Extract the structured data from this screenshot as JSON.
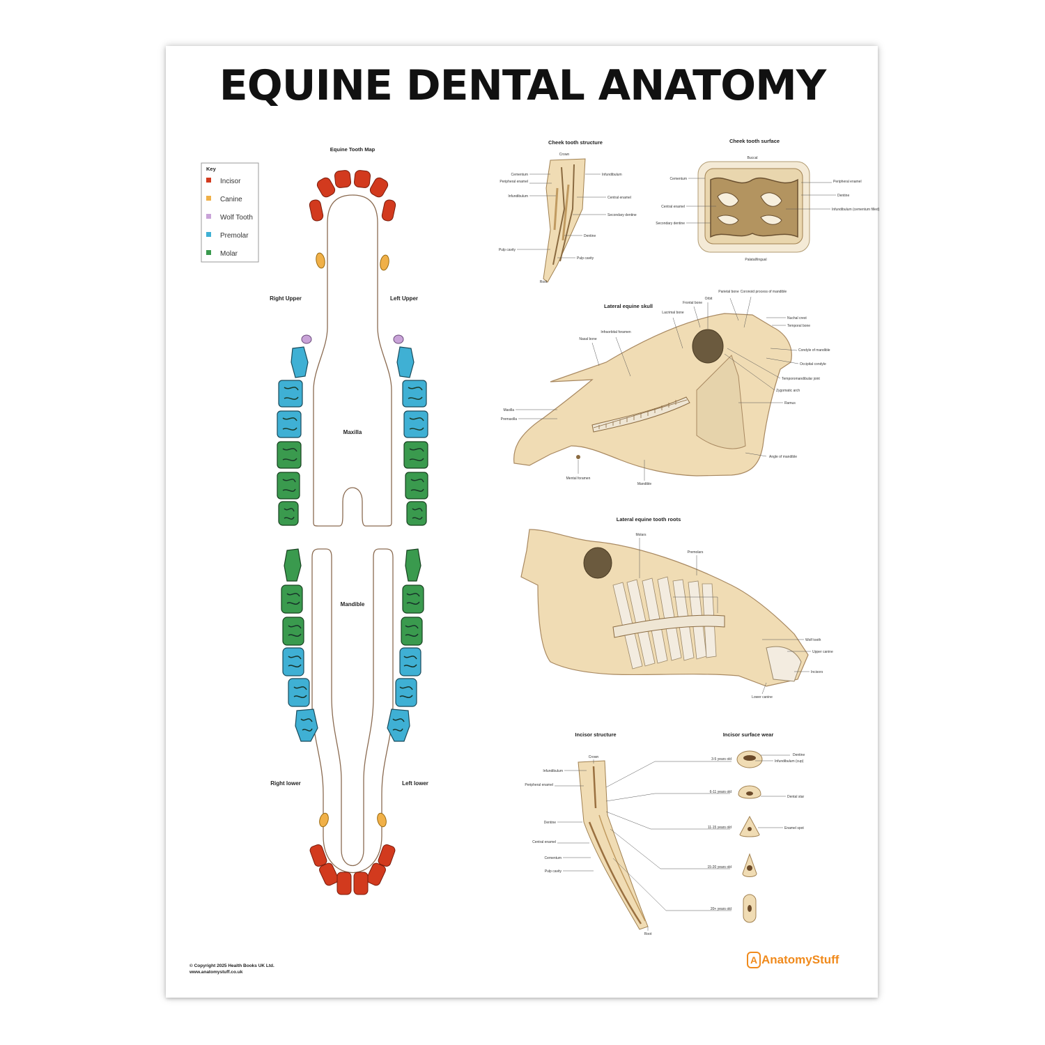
{
  "title": "EQUINE DENTAL ANATOMY",
  "colors": {
    "incisor": "#d23a1e",
    "canine": "#f0b048",
    "wolf": "#c9a3d8",
    "premolar": "#3fb0d4",
    "molar": "#3a9a4e",
    "bone": "#f0dcb4",
    "brand": "#f08a1c"
  },
  "tooth_map": {
    "title": "Equine Tooth Map",
    "key": {
      "title": "Key",
      "items": [
        "Incisor",
        "Canine",
        "Wolf Tooth",
        "Premolar",
        "Molar"
      ]
    },
    "right_upper": "Right Upper",
    "left_upper": "Left Upper",
    "right_lower": "Right lower",
    "left_lower": "Left lower",
    "maxilla": "Maxilla",
    "mandible": "Mandible"
  },
  "cheek_structure": {
    "title": "Cheek tooth structure",
    "labels": [
      "Crown",
      "Cementum",
      "Peripheral enamel",
      "Infundibulum",
      "Infundibulum",
      "Central enamel",
      "Secondary dentine",
      "Dentine",
      "Pulp cavity",
      "Pulp cavity",
      "Root"
    ]
  },
  "cheek_surface": {
    "title": "Cheek tooth surface",
    "labels": [
      "Buccal",
      "Cementum",
      "Peripheral enamel",
      "Dentine",
      "Central enamel",
      "Infundibulum (cementum filled)",
      "Secondary dentine",
      "Palatal/lingual"
    ]
  },
  "skull": {
    "title": "Lateral equine skull",
    "labels": [
      "Nasal bone",
      "Infraorbital foramen",
      "Lacrimal bone",
      "Frontal bone",
      "Orbit",
      "Parietal bone",
      "Coronoid process of mandible",
      "Nuchal crest",
      "Temporal bone",
      "Condyle of mandible",
      "Occipital condyle",
      "Temporomandibular joint",
      "Zygomatic arch",
      "Ramus",
      "Maxilla",
      "Premaxilla",
      "Mental foramen",
      "Mandible",
      "Angle of mandible"
    ]
  },
  "roots": {
    "title": "Lateral equine tooth roots",
    "labels": [
      "Molars",
      "Premolars",
      "Wolf tooth",
      "Upper canine",
      "Incisors",
      "Lower canine"
    ]
  },
  "incisor_structure": {
    "title": "Incisor structure",
    "labels": [
      "Crown",
      "Infundibulum",
      "Peripheral enamel",
      "Dentine",
      "Central enamel",
      "Cementum",
      "Pulp cavity",
      "Root"
    ]
  },
  "incisor_wear": {
    "title": "Incisor surface wear",
    "ages": [
      "3-5 years old",
      "6-11 years old",
      "11-15 years old",
      "15-20 years old",
      "20+ years old"
    ],
    "labels": [
      "Dentine",
      "Infundibulum (cup)",
      "Dental star",
      "Enamel spot"
    ]
  },
  "copyright": [
    "© Copyright 2025 Health Books UK Ltd.",
    "www.anatomystuff.co.uk"
  ],
  "brand": "AnatomyStuff"
}
